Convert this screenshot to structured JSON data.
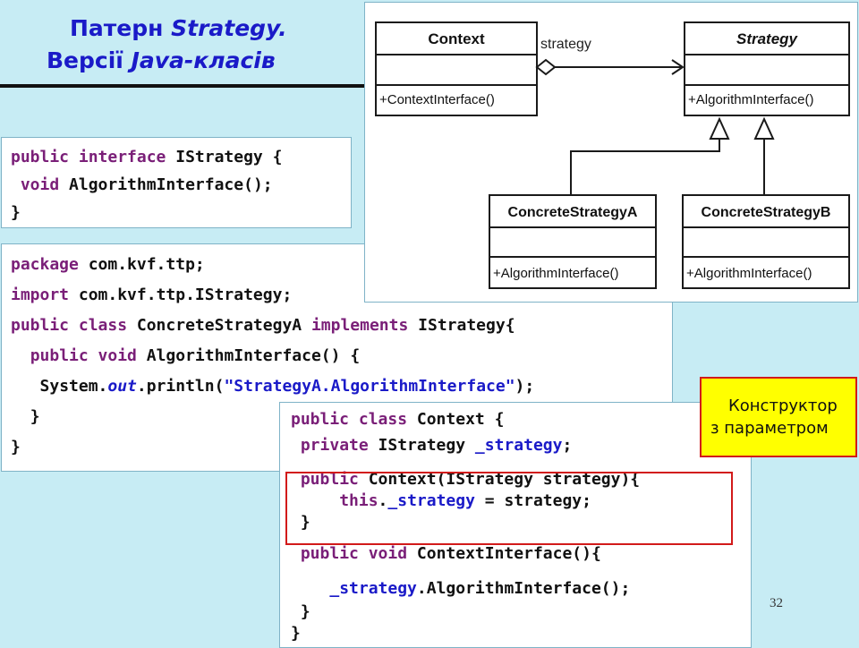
{
  "slide": {
    "title_line1_prefix": "Патерн ",
    "title_line1_italic": "Strategy.",
    "title_line2_prefix": "Версії ",
    "title_line2_italic": "Java-класів",
    "page_number": "32"
  },
  "uml": {
    "context": {
      "name": "Context",
      "method": "+ContextInterface()"
    },
    "strategy": {
      "name": "Strategy",
      "method": "+AlgorithmInterface()"
    },
    "association_label": "strategy",
    "concrete_a": {
      "name": "ConcreteStrategyA",
      "method": "+AlgorithmInterface()"
    },
    "concrete_b": {
      "name": "ConcreteStrategyB",
      "method": "+AlgorithmInterface()"
    }
  },
  "code_interface": {
    "l1_kw": "public interface",
    "l1_rest": " IStrategy {",
    "l2_kw": "void",
    "l2_rest": " AlgorithmInterface();",
    "l3": "}"
  },
  "code_concrete": {
    "l1_kw": "package",
    "l1_rest": " com.kvf.ttp;",
    "l2_kw": "import",
    "l2_rest": " com.kvf.ttp.IStrategy;",
    "l3_kw1": "public class",
    "l3_mid": " ConcreteStrategyA ",
    "l3_kw2": "implements",
    "l3_rest": " IStrategy{",
    "l4_kw": "public void",
    "l4_rest": " AlgorithmInterface() {",
    "l5_a": "System.",
    "l5_out": "out",
    "l5_b": ".println(",
    "l5_str": "\"StrategyA.AlgorithmInterface\"",
    "l5_c": ");",
    "l6": "}",
    "l7": "}"
  },
  "code_context": {
    "l1_kw": "public class",
    "l1_rest": " Context {",
    "l2_kw": "private",
    "l2_mid": " IStrategy ",
    "l2_field": "_strategy",
    "l2_rest": ";",
    "l3_kw": "public",
    "l3_rest": " Context(IStrategy strategy){",
    "l4_kw": "this",
    "l4_dot": ".",
    "l4_field": "_strategy",
    "l4_rest": " = strategy;",
    "l5": "}",
    "l6_kw": "public void",
    "l6_rest": " ContextInterface(){",
    "l7_field": "_strategy",
    "l7_rest": ".AlgorithmInterface();",
    "l8": "}",
    "l9": "}"
  },
  "note": {
    "line1": "Конструктор",
    "line2": "з параметром"
  }
}
